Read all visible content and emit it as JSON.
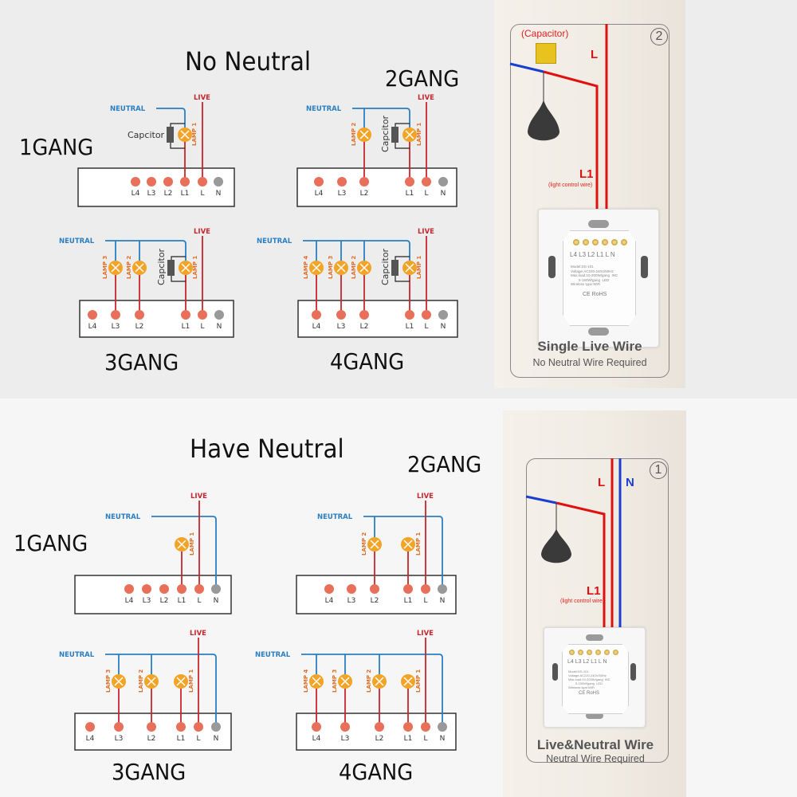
{
  "sections": {
    "no_neutral": {
      "heading": "No Neutral",
      "gang_labels": [
        "1GANG",
        "2GANG",
        "3GANG",
        "4GANG"
      ]
    },
    "have_neutral": {
      "heading": "Have Neutral",
      "gang_labels": [
        "1GANG",
        "2GANG",
        "3GANG",
        "4GANG"
      ]
    }
  },
  "wiring_labels": {
    "neutral": "NEUTRAL",
    "live": "LIVE",
    "capacitor": "Capcitor",
    "lamps": [
      "LAMP 1",
      "LAMP 2",
      "LAMP 3",
      "LAMP 4"
    ],
    "terminals": [
      "L4",
      "L3",
      "L2",
      "L1",
      "L",
      "N"
    ]
  },
  "colors": {
    "live_wire": "#c8262c",
    "neutral_wire": "#2a7fc1",
    "lamp": "#f2a427",
    "terminal_active": "#e8705a",
    "terminal_neutral": "#999999",
    "lamp_label": "#e0702a",
    "photo_red": "#e01010",
    "photo_blue": "#1a3fd0"
  },
  "diagrams": [
    {
      "id": "nn-1",
      "section": "no_neutral",
      "gang": 1,
      "capacitor": true,
      "neutral_to_N": false
    },
    {
      "id": "nn-2",
      "section": "no_neutral",
      "gang": 2,
      "capacitor": true,
      "neutral_to_N": false
    },
    {
      "id": "nn-3",
      "section": "no_neutral",
      "gang": 3,
      "capacitor": true,
      "neutral_to_N": false
    },
    {
      "id": "nn-4",
      "section": "no_neutral",
      "gang": 4,
      "capacitor": true,
      "neutral_to_N": false
    },
    {
      "id": "hn-1",
      "section": "have_neutral",
      "gang": 1,
      "capacitor": false,
      "neutral_to_N": true
    },
    {
      "id": "hn-2",
      "section": "have_neutral",
      "gang": 2,
      "capacitor": false,
      "neutral_to_N": true
    },
    {
      "id": "hn-3",
      "section": "have_neutral",
      "gang": 3,
      "capacitor": false,
      "neutral_to_N": true
    },
    {
      "id": "hn-4",
      "section": "have_neutral",
      "gang": 4,
      "capacitor": false,
      "neutral_to_N": true
    }
  ],
  "photo_panels": {
    "single_live": {
      "number": "2",
      "capacitor_label": "(Capacitor)",
      "wire_L": "L",
      "wire_L1": "L1",
      "wire_L1_sub": "(light control wire)",
      "title": "Single Live Wire",
      "subtitle": "No Neutral Wire Required",
      "module_terminals": "L4 L3 L2 L1  L   N",
      "module_text": "Model:DS-101\nVoltage:AC220-240V/50Hz\nMax.load:10-200W/gang  INC\n        5-150W/gang  LED\nWireless type:WiFi",
      "module_marks": "CE RoHS"
    },
    "live_neutral": {
      "number": "1",
      "wire_L": "L",
      "wire_N": "N",
      "wire_L1": "L1",
      "wire_L1_sub": "(light control wire)",
      "title": "Live&Neutral Wire",
      "subtitle": "Neutral Wire Required",
      "module_terminals": "L4 L3 L2 L1  L   N",
      "module_text": "Model:DS-101\nVoltage:AC220-240V/50Hz\nMax.load:10-200W/gang  INC\n        5-150W/gang  LED\nWireless type:WiFi",
      "module_marks": "CE RoHS"
    }
  }
}
